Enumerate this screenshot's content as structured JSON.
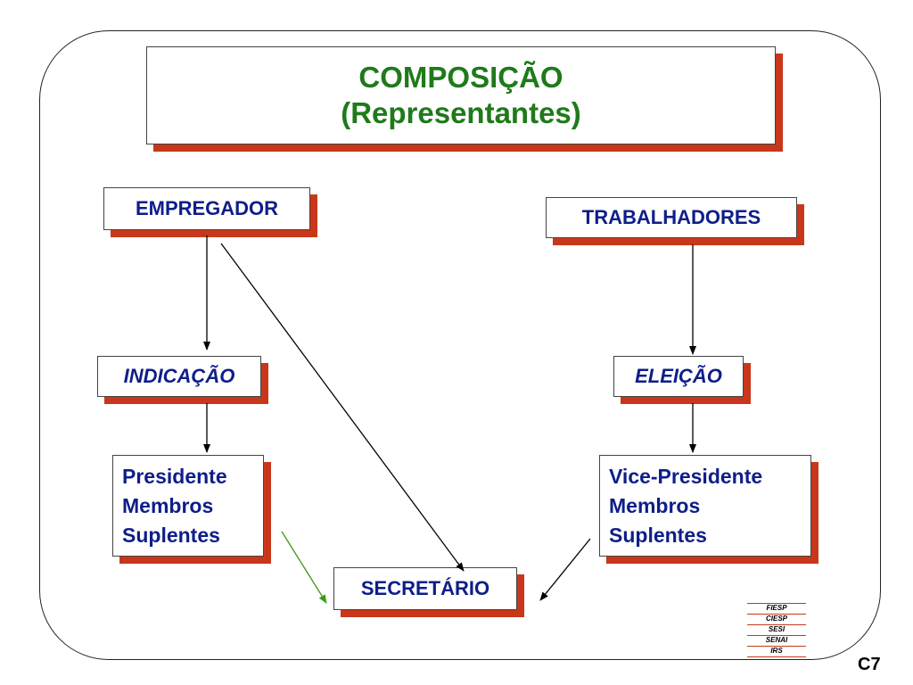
{
  "title": {
    "line1": "COMPOSIÇÃO",
    "line2": "(Representantes)"
  },
  "nodes": {
    "empregador": "EMPREGADOR",
    "trabalhadores": "TRABALHADORES",
    "indicacao": "INDICAÇÃO",
    "eleicao": "ELEIÇÃO",
    "left_roles": [
      "Presidente",
      "Membros",
      "Suplentes"
    ],
    "right_roles": [
      "Vice-Presidente",
      "Membros",
      "Suplentes"
    ],
    "secretario": "SECRETÁRIO"
  },
  "logo": [
    "FIESP",
    "CIESP",
    "SESI",
    "SENAI",
    "IRS"
  ],
  "slide_code": "C7",
  "colors": {
    "title": "#1f7a1a",
    "node_text": "#0e1e88",
    "shadow": "#c8371a",
    "green_arrow": "#3a9a1a"
  }
}
